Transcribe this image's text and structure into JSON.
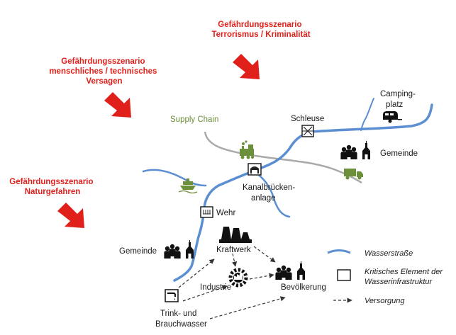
{
  "colors": {
    "scenario_red": "#e0201b",
    "waterway_blue": "#5b8fd1",
    "supply_chain_green": "#6b8f3a",
    "road_gray": "#a9a9a9",
    "text": "#1a1a1a"
  },
  "scenarios": {
    "terror": [
      "Gefährdungsszenario",
      "Terrorismus / Kriminalität"
    ],
    "failure": [
      "Gefährdungsszenario",
      "menschliches / technisches",
      "Versagen"
    ],
    "nature": [
      "Gefährdungsszenario",
      "Naturgefahren"
    ]
  },
  "labels": {
    "supply_chain": "Supply Chain",
    "schleuse": "Schleuse",
    "camping": [
      "Camping-",
      "platz"
    ],
    "gemeinde_right": "Gemeinde",
    "kanal": [
      "Kanalbrücken-",
      "anlage"
    ],
    "wehr": "Wehr",
    "gemeinde_left": "Gemeinde",
    "kraftwerk": "Kraftwerk",
    "industrie": "Industrie",
    "bevoelkerung": "Bevölkerung",
    "trinkwasser": [
      "Trink- und",
      "Brauchwasser"
    ]
  },
  "legend": {
    "waterway": "Wasserstraße",
    "critical": [
      "Kritisches Element der",
      "Wasserinfrastruktur"
    ],
    "supply": "Versorgung"
  },
  "icons": {
    "arrows": "red-arrow-icon",
    "lock": "lock-gate-icon",
    "bridge": "canal-bridge-icon",
    "weir": "weir-icon",
    "camper": "camper-trailer-icon",
    "community": "community-church-icon",
    "train": "steam-train-icon",
    "truck": "truck-icon",
    "ship": "cargo-ship-icon",
    "power_plant": "power-plant-icon",
    "industry": "factory-gear-icon",
    "tap": "water-tap-icon"
  }
}
